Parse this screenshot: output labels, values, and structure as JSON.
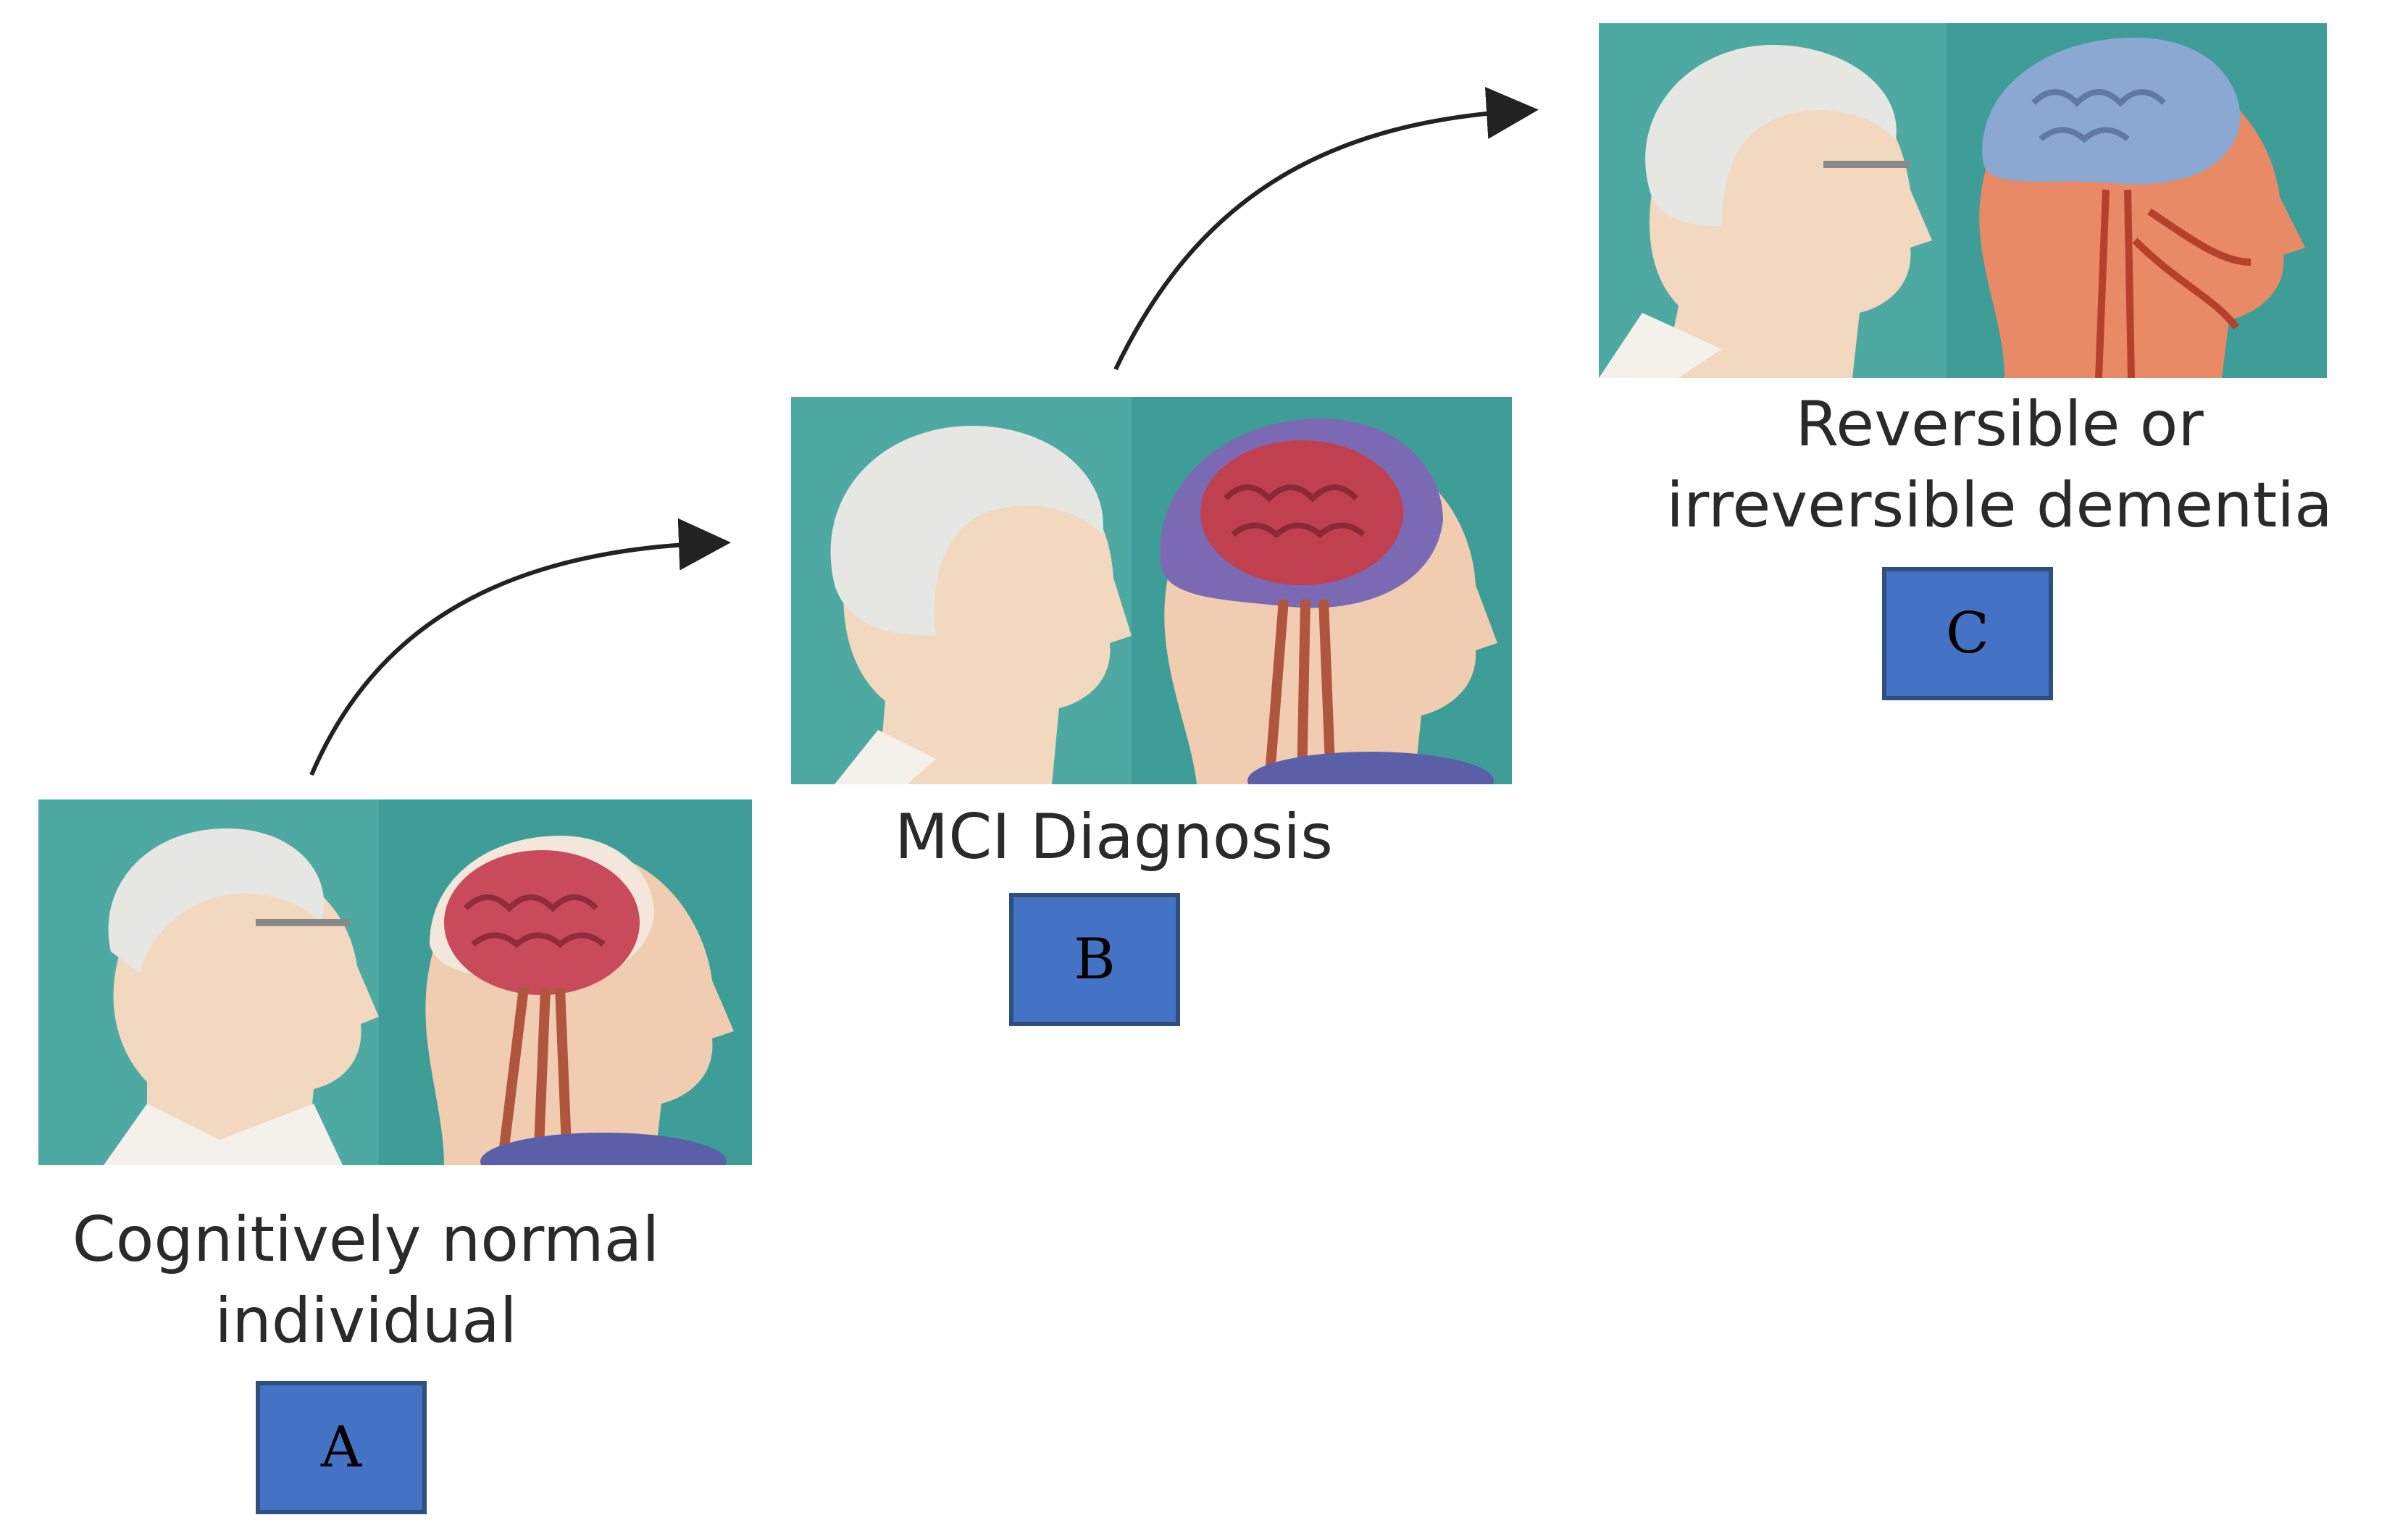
{
  "stages": [
    {
      "caption_lines": [
        "Cognitively normal",
        "individual"
      ],
      "tag": "A"
    },
    {
      "caption_lines": [
        "MCI Diagnosis"
      ],
      "tag": "B"
    },
    {
      "caption_lines": [
        "Reversible or",
        "irreversible dementia"
      ],
      "tag": "C"
    }
  ],
  "colors": {
    "panel_bg": "#4ea9a3",
    "tag_fill": "#4472c4",
    "tag_border": "#2f4f7f",
    "skin": "#f2d8bf",
    "hair": "#e6e6e2",
    "brain_healthy": "#c94a5a",
    "brain_mci": "#c0404f",
    "brain_dementia": "#8aa8d2",
    "face_dementia": "#e98a66"
  }
}
